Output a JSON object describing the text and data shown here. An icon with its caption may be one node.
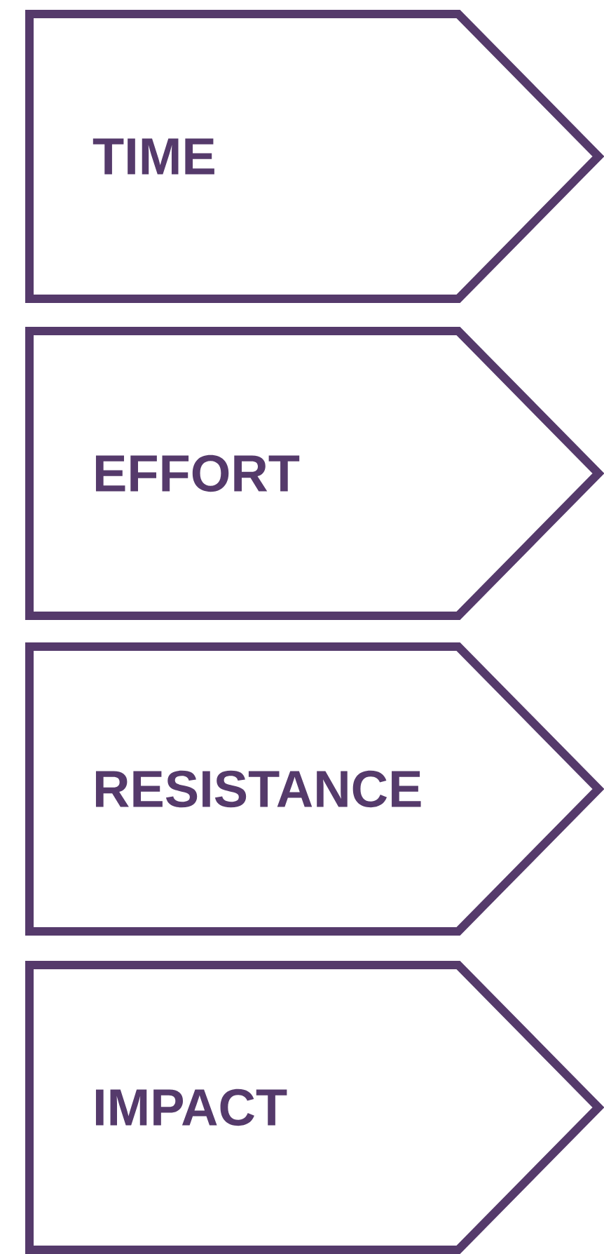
{
  "diagram": {
    "nodes": [
      {
        "text": [
          "TIME"
        ]
      },
      {
        "text": [
          "EFFORT"
        ]
      },
      {
        "text": [
          "RESISTANCE"
        ]
      },
      {
        "text": [
          "IMPACT"
        ]
      }
    ]
  }
}
